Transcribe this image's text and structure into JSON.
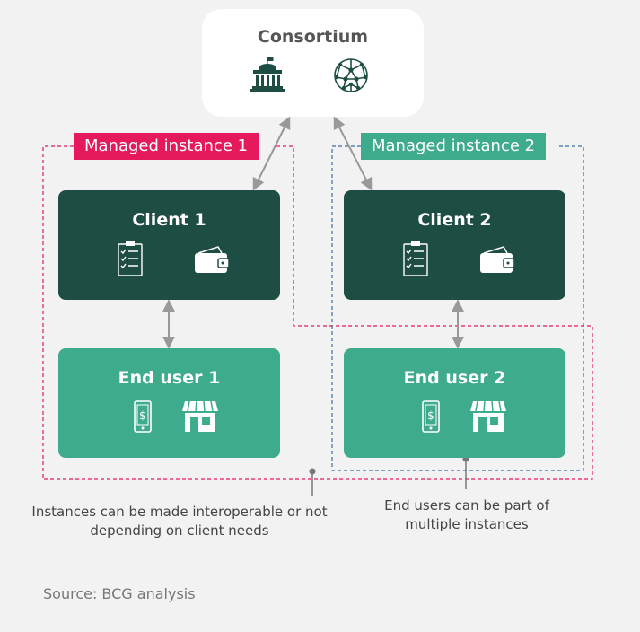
{
  "consortium": {
    "title": "Consortium",
    "icons": [
      "government-building-icon",
      "network-globe-icon"
    ]
  },
  "instances": [
    {
      "label": "Managed instance 1",
      "color": "#e5195b"
    },
    {
      "label": "Managed instance 2",
      "color": "#3eab8d"
    }
  ],
  "clients": [
    {
      "title": "Client 1",
      "icons": [
        "clipboard-checklist-icon",
        "wallet-icon"
      ]
    },
    {
      "title": "Client 2",
      "icons": [
        "clipboard-checklist-icon",
        "wallet-icon"
      ]
    }
  ],
  "end_users": [
    {
      "title": "End user 1",
      "icons": [
        "mobile-payment-icon",
        "storefront-icon"
      ]
    },
    {
      "title": "End user 2",
      "icons": [
        "mobile-payment-icon",
        "storefront-icon"
      ]
    }
  ],
  "notes": {
    "interoperable": "Instances can be made interoperable or not depending on client needs",
    "multiple": "End users can be part of multiple instances"
  },
  "source": "Source: BCG analysis",
  "colors": {
    "client_bg": "#1e4e43",
    "end_user_bg": "#3eab8d",
    "instance1": "#e5195b",
    "instance2": "#3a6ea5"
  }
}
